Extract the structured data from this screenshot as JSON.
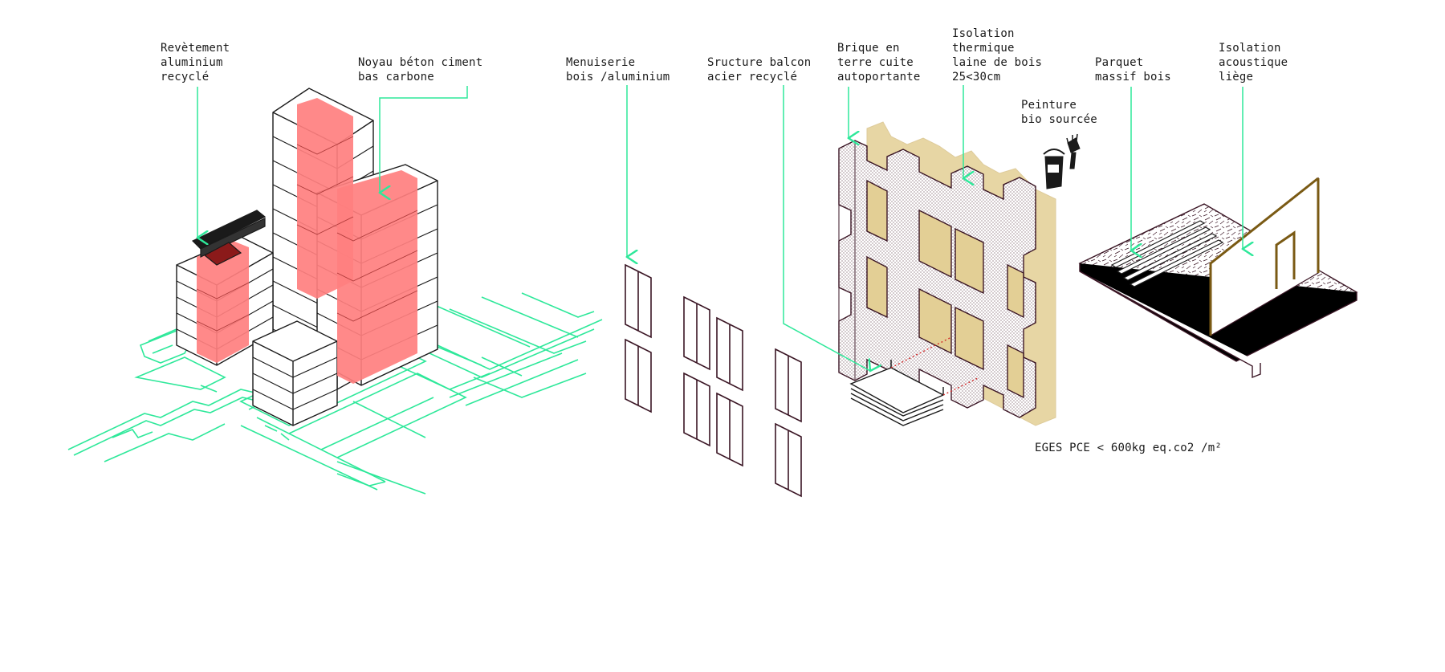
{
  "labels": {
    "revetement": "Revètement\naluminium\nrecyclé",
    "noyau": "Noyau béton ciment\nbas carbone",
    "menuiserie": "Menuiserie\nbois /aluminium",
    "structure_balcon": "Sructure balcon\nacier recyclé",
    "brique": "Brique en\nterre cuite\nautoportante",
    "isolation_thermique": "Isolation\nthermique\nlaine de bois\n25<30cm",
    "peinture": "Peinture\nbio sourcée",
    "parquet": "Parquet\nmassif bois",
    "isolation_acoustique": "Isolation\nacoustique\nliège",
    "eges": "EGES PCE < 600kg eq.co2 /m²"
  },
  "colors": {
    "leader": "#2ee89a",
    "site_plan": "#2ee89a",
    "core": "#ff7f7f",
    "core_dark": "#8b1a1a",
    "outline": "#3a1524",
    "insulation": "#e3cf95",
    "wall_frame": "#7a5a14"
  },
  "icons": {
    "paint": "paint-bucket-icon"
  }
}
